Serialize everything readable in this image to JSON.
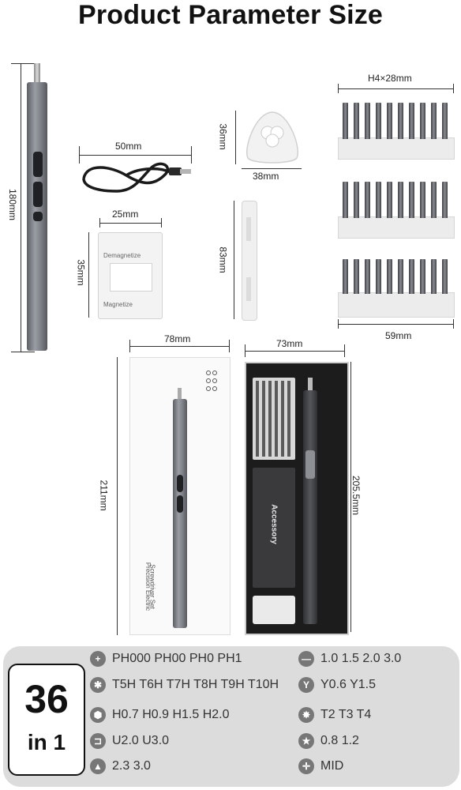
{
  "title": "Product Parameter Size",
  "dims": {
    "pen_length": "180mm",
    "cable": "50mm",
    "pick_h": "36mm",
    "pick_w": "38mm",
    "bits_size": "H4×28mm",
    "magnetizer_w": "25mm",
    "magnetizer_h": "35mm",
    "tweezer_h": "83mm",
    "tray_w": "59mm",
    "box_lid_w": "78mm",
    "box_lid_h": "211mm",
    "box_w": "73mm",
    "box_h": "205.5mm"
  },
  "magnetizer": {
    "top_label": "Demagnetize",
    "bottom_label": "Magnetize"
  },
  "box": {
    "lid_text_line1": "Precision Electric",
    "lid_text_line2": "Screwdriver Set",
    "accessory_label": "Accessory"
  },
  "badge": {
    "count": "36",
    "unit": "in 1"
  },
  "specs_left": [
    {
      "icon": "phillips-icon",
      "text": "PH000 PH00 PH0 PH1"
    },
    {
      "icon": "torx-security-icon",
      "text": "T5H T6H T7H T8H T9H T10H"
    },
    {
      "icon": "hex-icon",
      "text": "H0.7 H0.9 H1.5 H2.0"
    },
    {
      "icon": "u-shape-icon",
      "text": "U2.0 U3.0"
    },
    {
      "icon": "triangle-icon",
      "text": "2.3 3.0"
    }
  ],
  "specs_right": [
    {
      "icon": "slotted-icon",
      "text": "1.0 1.5 2.0 3.0"
    },
    {
      "icon": "y-shape-icon",
      "text": "Y0.6 Y1.5"
    },
    {
      "icon": "torx-icon",
      "text": "T2 T3 T4"
    },
    {
      "icon": "pentalobe-icon",
      "text": "0.8 1.2"
    },
    {
      "icon": "mid-icon",
      "text": "MID"
    }
  ]
}
